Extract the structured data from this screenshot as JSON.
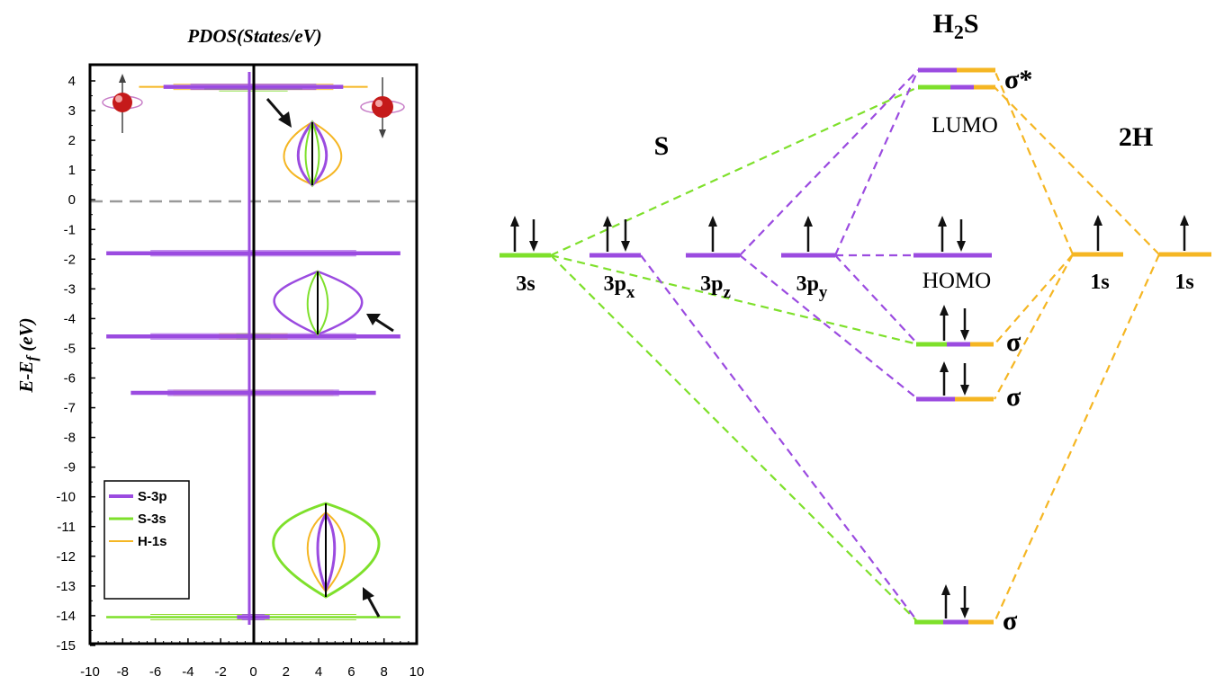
{
  "pdos": {
    "title": "PDOS(States/eV)",
    "ylabel": "E-Ef (eV)",
    "ylabel_main": "E-E",
    "ylabel_sub": "f",
    "ylabel_unit": " (eV)",
    "legend": [
      {
        "name": "S-3p",
        "color": "#9b4be0"
      },
      {
        "name": "S-3s",
        "color": "#7ee02b"
      },
      {
        "name": "H-1s",
        "color": "#f5b623"
      }
    ]
  },
  "chart_data": {
    "type": "line",
    "title": "PDOS(States/eV)",
    "xlabel": "",
    "ylabel": "E-Ef (eV)",
    "xlim": [
      -10,
      10
    ],
    "ylim": [
      -15,
      4.5
    ],
    "x_ticks": [
      "-10",
      "-8",
      "-6",
      "-4",
      "-2",
      "0",
      "2",
      "4",
      "6",
      "8",
      "10"
    ],
    "y_ticks": [
      "4",
      "3",
      "2",
      "1",
      "0",
      "-1",
      "-2",
      "-3",
      "-4",
      "-5",
      "-6",
      "-7",
      "-8",
      "-9",
      "-10",
      "-11",
      "-12",
      "-13",
      "-14",
      "-15"
    ],
    "fermi_level": 0,
    "grid": false,
    "legend_position": "bottom-left",
    "series": [
      {
        "name": "S-3p",
        "peaks": [
          {
            "energy": 3.8,
            "states": 5.5
          },
          {
            "energy": -1.8,
            "states": 9
          },
          {
            "energy": -4.6,
            "states": 9
          },
          {
            "energy": -6.5,
            "states": 7.5
          },
          {
            "energy": -14.05,
            "states": 1
          }
        ]
      },
      {
        "name": "S-3s",
        "peaks": [
          {
            "energy": 3.75,
            "states": 3
          },
          {
            "energy": -4.6,
            "states": 1.5
          },
          {
            "energy": -14.05,
            "states": 9
          }
        ]
      },
      {
        "name": "H-1s",
        "peaks": [
          {
            "energy": 3.8,
            "states": 7
          },
          {
            "energy": -4.6,
            "states": 3
          },
          {
            "energy": -6.5,
            "states": 7
          },
          {
            "energy": -14.05,
            "states": 9
          }
        ]
      }
    ]
  },
  "mo": {
    "title_main": "H",
    "title_sub": "2",
    "title_end": "S",
    "s_label": "S",
    "h_label": "2H",
    "ao_labels": {
      "s3s": "3s",
      "p_main": "3p",
      "px_sub": "x",
      "pz_sub": "z",
      "py_sub": "y",
      "h1": "1s",
      "h2": "1s"
    },
    "homo": "HOMO",
    "lumo": "LUMO",
    "sigma": "σ",
    "sigma_star": "σ*",
    "colors": {
      "s3p": "#9b4be0",
      "s3s": "#7ee02b",
      "h1s": "#f5b623"
    }
  }
}
